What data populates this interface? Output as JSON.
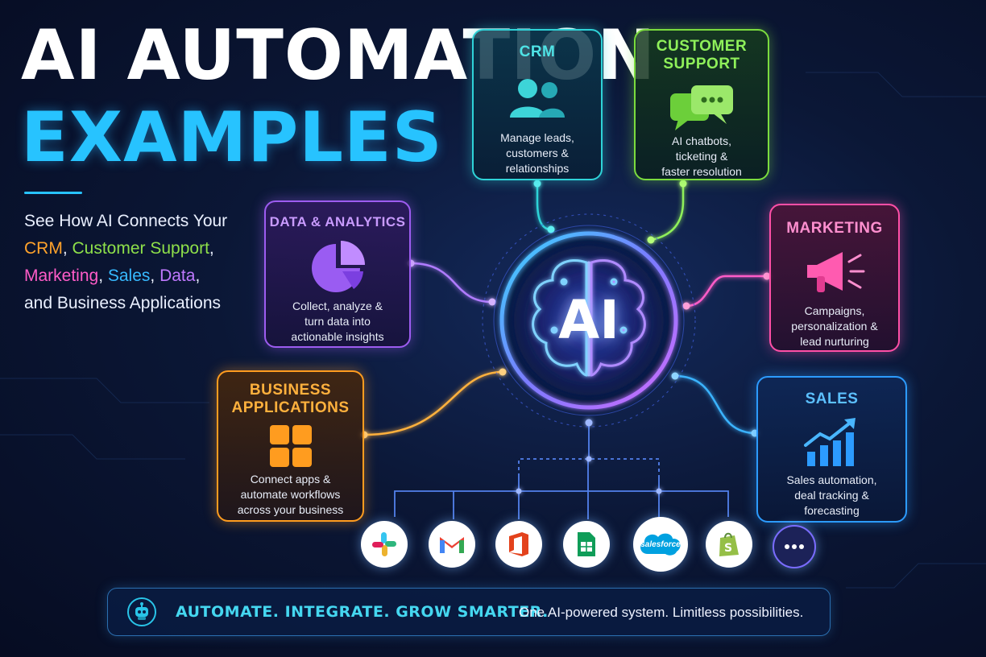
{
  "title": {
    "line1": "AI AUTOMATION",
    "line2": "EXAMPLES"
  },
  "intro": {
    "line1": "See How AI Connects Your",
    "crm": "CRM",
    "sep1": ", ",
    "support": "Customer Support",
    "sep2": ",",
    "marketing": "Marketing",
    "sep3": ", ",
    "sales": "Sales",
    "sep4": ", ",
    "data": "Data",
    "sep5": ",",
    "line4": "and Business Applications"
  },
  "hub": {
    "label": "AI",
    "icon": "brain-icon"
  },
  "cards": {
    "crm": {
      "title": "CRM",
      "desc": [
        "Manage leads,",
        "customers &",
        "relationships"
      ],
      "icon": "users-icon",
      "color": "#2fd3d8"
    },
    "support": {
      "title": [
        "CUSTOMER",
        "SUPPORT"
      ],
      "desc": [
        "AI chatbots,",
        "ticketing &",
        "faster resolution"
      ],
      "icon": "chat-bubbles-icon",
      "color": "#7bdc3e"
    },
    "data": {
      "title": "DATA & ANALYTICS",
      "desc": [
        "Collect, analyze &",
        "turn data into",
        "actionable insights"
      ],
      "icon": "pie-chart-icon",
      "color": "#9d5cf0"
    },
    "marketing": {
      "title": "MARKETING",
      "desc": [
        "Campaigns,",
        "personalization &",
        "lead nurturing"
      ],
      "icon": "megaphone-icon",
      "color": "#ff4fa7"
    },
    "business": {
      "title": [
        "BUSINESS",
        "APPLICATIONS"
      ],
      "desc": [
        "Connect apps &",
        "automate workflows",
        "across your business"
      ],
      "icon": "app-grid-icon",
      "color": "#ff9c1f"
    },
    "sales": {
      "title": "SALES",
      "desc": [
        "Sales automation,",
        "deal tracking &",
        "forecasting"
      ],
      "icon": "growth-chart-icon",
      "color": "#2c9bff"
    }
  },
  "apps": [
    {
      "name": "slack-icon"
    },
    {
      "name": "gmail-icon"
    },
    {
      "name": "office-icon"
    },
    {
      "name": "google-sheets-icon"
    },
    {
      "name": "salesforce-icon",
      "label": "salesforce"
    },
    {
      "name": "shopify-icon"
    },
    {
      "name": "more-icon"
    }
  ],
  "banner": {
    "icon": "robot-icon",
    "slogan": "AUTOMATE. INTEGRATE. GROW SMARTER.",
    "tagline": "One AI-powered system. Limitless possibilities."
  }
}
